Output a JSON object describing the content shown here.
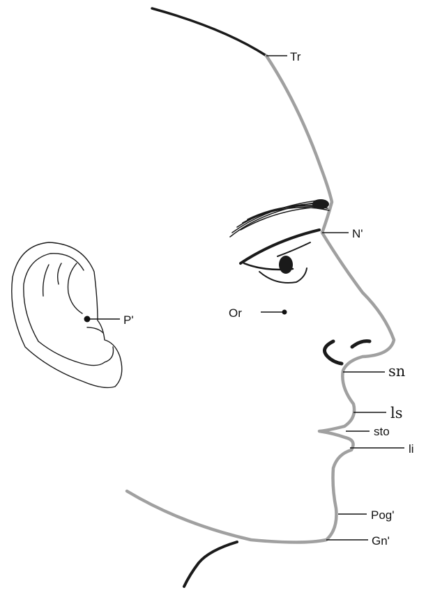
{
  "landmarks": {
    "tr": "Tr",
    "n_prime": "N'",
    "p_prime": "P'",
    "or": "Or",
    "sn": "sn",
    "ls": "ls",
    "sto": "sto",
    "li": "li",
    "pog_prime": "Pog'",
    "gn_prime": "Gn'"
  },
  "colors": {
    "profile_line": "#a0a0a0",
    "sketch_line": "#1a1a1a",
    "background": "#ffffff"
  }
}
